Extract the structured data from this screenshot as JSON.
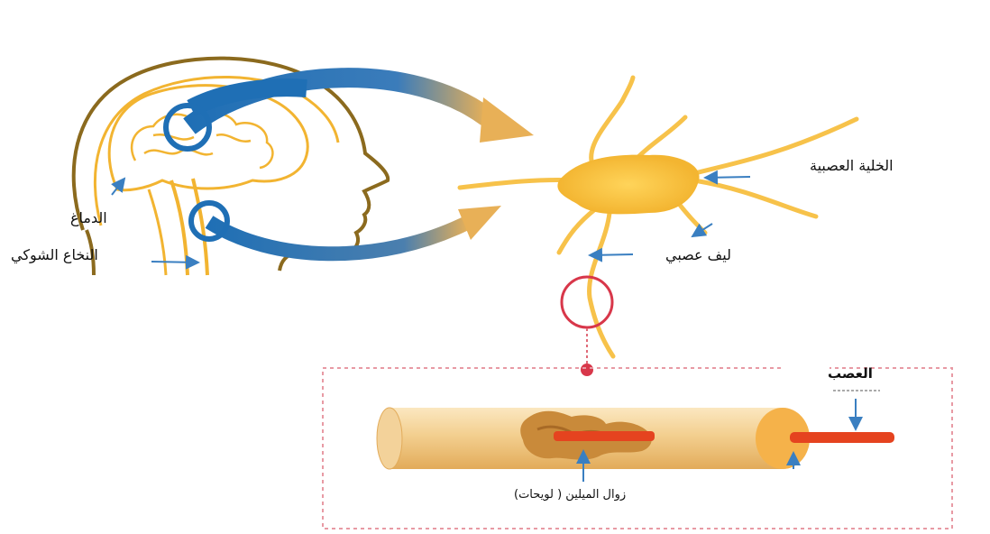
{
  "labels": {
    "brain": "الدماغ",
    "spinal_cord": "النخاع الشوكي",
    "nerve_cell": "الخلية العصبية",
    "nerve_fiber": "ليف عصبي",
    "nerve": "العصب",
    "demyelination": "زوال الميلين ( لويحات)"
  },
  "colors": {
    "outline_brown": "#8b6a1e",
    "brain_orange": "#f2b431",
    "neuron_yellow": "#f7bf3a",
    "arrow_blue": "#1f6fb5",
    "highlight_red": "#d8374a",
    "axon_red": "#e5431f",
    "myelin_tan": "#f3d29a"
  }
}
